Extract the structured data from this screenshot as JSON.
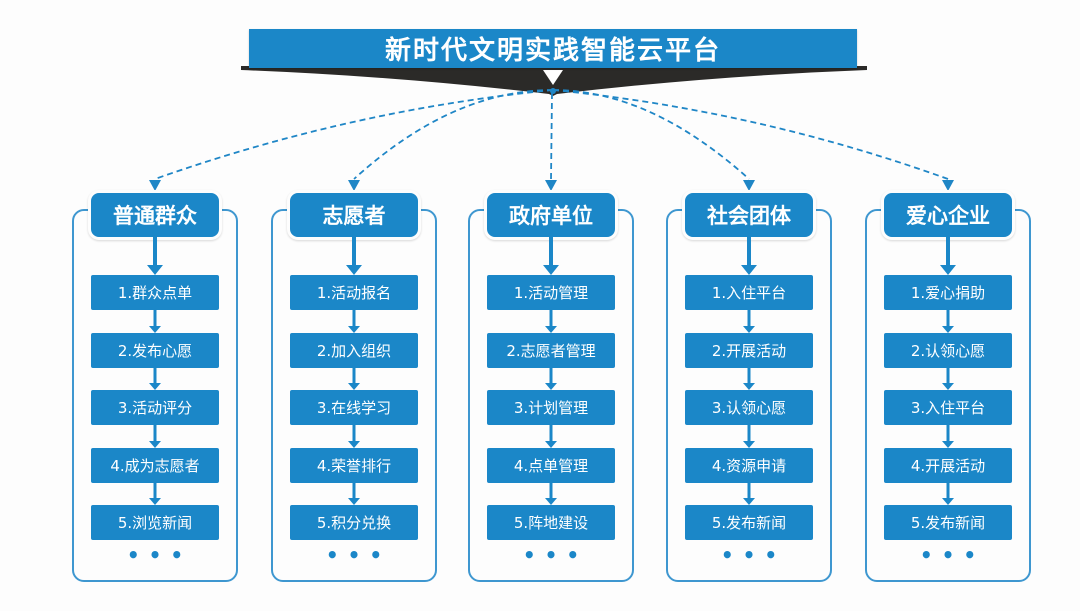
{
  "title": "新时代文明实践智能云平台",
  "ellipsis": "•••",
  "colors": {
    "primary_blue": "#1b87c8",
    "frame_blue": "#3e97d0",
    "connector_blue": "#1f86c6",
    "ribbon_black": "#2b2a28",
    "background": "#fdfdfd",
    "text_on_blue": "#ffffff"
  },
  "columns": [
    {
      "header": "普通群众",
      "steps": [
        "1.群众点单",
        "2.发布心愿",
        "3.活动评分",
        "4.成为志愿者",
        "5.浏览新闻"
      ]
    },
    {
      "header": "志愿者",
      "steps": [
        "1.活动报名",
        "2.加入组织",
        "3.在线学习",
        "4.荣誉排行",
        "5.积分兑换"
      ]
    },
    {
      "header": "政府单位",
      "steps": [
        "1.活动管理",
        "2.志愿者管理",
        "3.计划管理",
        "4.点单管理",
        "5.阵地建设"
      ]
    },
    {
      "header": "社会团体",
      "steps": [
        "1.入住平台",
        "2.开展活动",
        "3.认领心愿",
        "4.资源申请",
        "5.发布新闻"
      ]
    },
    {
      "header": "爱心企业",
      "steps": [
        "1.爱心捐助",
        "2.认领心愿",
        "3.入住平台",
        "4.开展活动",
        "5.发布新闻"
      ]
    }
  ]
}
